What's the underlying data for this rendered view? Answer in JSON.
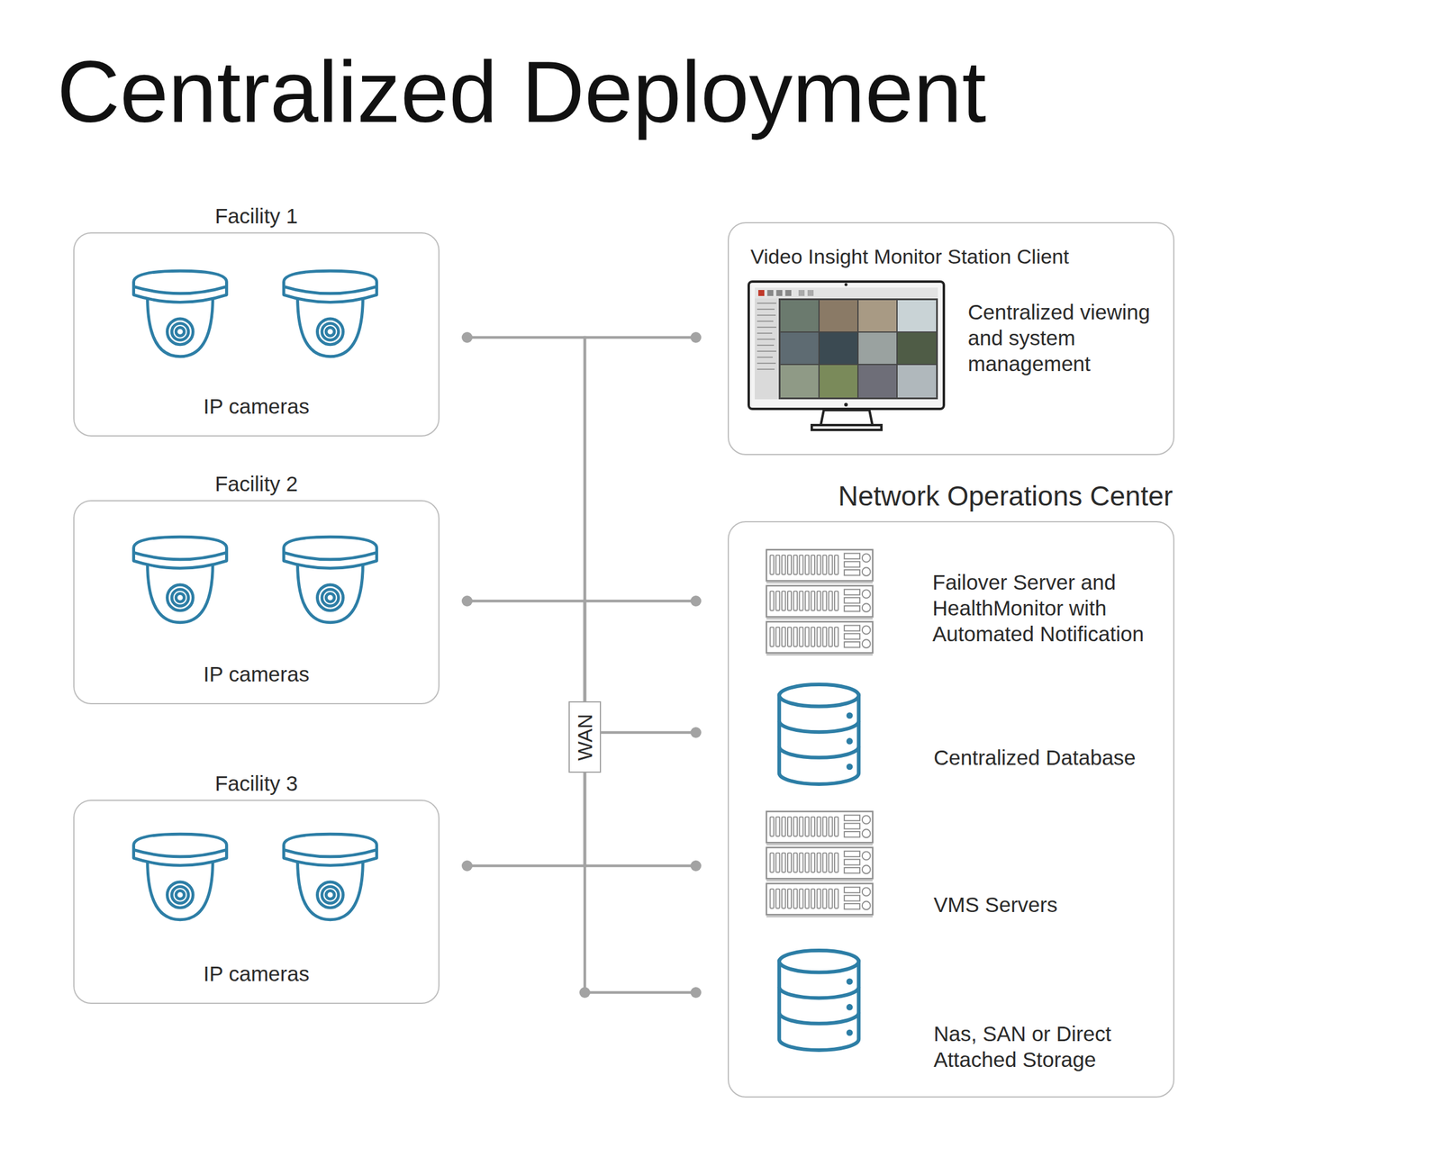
{
  "diagram": {
    "title": "Centralized Deployment",
    "nodes": [
      {
        "text": [
          "Facility 1",
          "IP cameras"
        ]
      },
      {
        "text": [
          "Facility 2",
          "IP cameras"
        ]
      },
      {
        "text": [
          "Facility 3",
          "IP cameras"
        ]
      },
      {
        "text": [
          "WAN"
        ]
      },
      {
        "text": [
          "Video Insight Monitor Station Client",
          "Centralized viewing and system management"
        ]
      },
      {
        "text": [
          "Network Operations Center"
        ]
      },
      {
        "text": [
          "Failover Server and HealthMonitor with Automated Notification"
        ],
        "in": 5
      },
      {
        "text": [
          "Centralized Database"
        ],
        "in": 5
      },
      {
        "text": [
          "VMS Servers"
        ],
        "in": 5
      },
      {
        "text": [
          "Nas, SAN or Direct Attached Storage"
        ],
        "in": 5
      }
    ],
    "edges": [
      {
        "from": 0,
        "to": 3,
        "arrow": "none"
      },
      {
        "from": 1,
        "to": 3,
        "arrow": "none"
      },
      {
        "from": 2,
        "to": 3,
        "arrow": "none"
      },
      {
        "from": 3,
        "to": 4,
        "arrow": "none"
      },
      {
        "from": 3,
        "to": 6,
        "arrow": "none"
      },
      {
        "from": 3,
        "to": 7,
        "arrow": "none"
      },
      {
        "from": 3,
        "to": 8,
        "arrow": "none"
      },
      {
        "from": 3,
        "to": 9,
        "arrow": "none"
      }
    ]
  }
}
